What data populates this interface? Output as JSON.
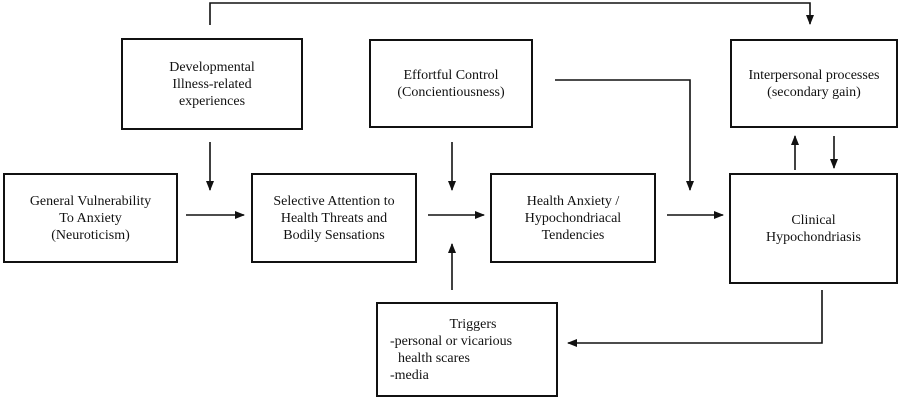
{
  "boxes": {
    "developmental": [
      "Developmental",
      "Illness-related",
      "experiences"
    ],
    "effortful": [
      "Effortful Control",
      "(Concientiousness)"
    ],
    "interpersonal": [
      "Interpersonal processes",
      "(secondary gain)"
    ],
    "vulnerability": [
      "General Vulnerability",
      "To Anxiety",
      "(Neuroticism)"
    ],
    "attention": [
      "Selective Attention to",
      "Health Threats and",
      "Bodily Sensations"
    ],
    "health_anxiety": [
      "Health Anxiety /",
      "Hypochondriacal",
      "Tendencies"
    ],
    "clinical": [
      "Clinical",
      "Hypochondriasis"
    ],
    "triggers": [
      "Triggers",
      "-personal or vicarious",
      "health scares",
      "-media"
    ]
  },
  "colors": {
    "line": "#111111",
    "background": "#ffffff"
  }
}
